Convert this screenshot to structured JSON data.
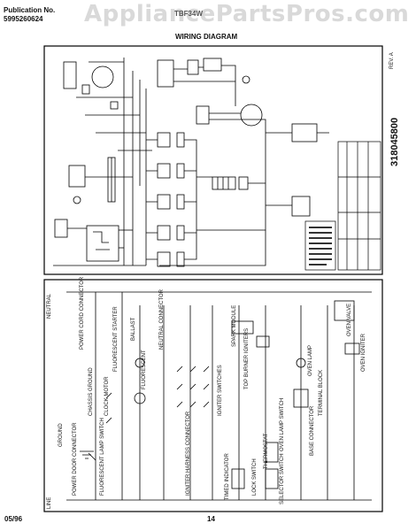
{
  "header": {
    "publication_label": "Publication No.",
    "publication_number": "5995260624",
    "model": "TBF34W",
    "title": "WIRING DIAGRAM",
    "watermark": "AppliancePartsPros.com"
  },
  "footer": {
    "date": "05/96",
    "page": "14"
  },
  "diagram_labels": {
    "part_number": "318045800",
    "rev": "REV. A",
    "neutral": "NEUTRAL",
    "line": "LINE",
    "ground": "GROUND",
    "power_cord": "POWER CORD CONNECTOR",
    "chassis_ground": "CHASSIS GROUND",
    "clock_motor": "CLOCK MOTOR",
    "fluorescent_starter": "FLUORESCENT STARTER",
    "ballast": "BALLAST",
    "fluorescent": "FLUORESCENT",
    "fluorescent_lamp_switch": "FLUORESCENT LAMP SWITCH",
    "neutral_connector": "NEUTRAL CONNECTOR",
    "spark_module": "SPARK MODULE",
    "top_burner_igniters": "TOP BURNER IGNITERS",
    "oven_valve": "OVEN VALVE",
    "oven_igniter": "OVEN IGNITER",
    "oven_lamp": "OVEN LAMP",
    "terminal_block": "TERMINAL BLOCK",
    "igniter_switches": "IGNITER SWITCHES",
    "igniter_harness_connector": "IGNITER HARNESS CONNECTOR",
    "power_door_connector": "POWER DOOR CONNECTOR",
    "oven_lamp_switch": "OVEN LAMP SWITCH",
    "thermostat": "THERMOSTAT",
    "timed_indicator": "TIMED INDICATOR",
    "selector_switch": "SELECTOR SWITCH",
    "lock_switch": "LOCK SWITCH",
    "base_connector": "BASE CONNECTOR"
  }
}
